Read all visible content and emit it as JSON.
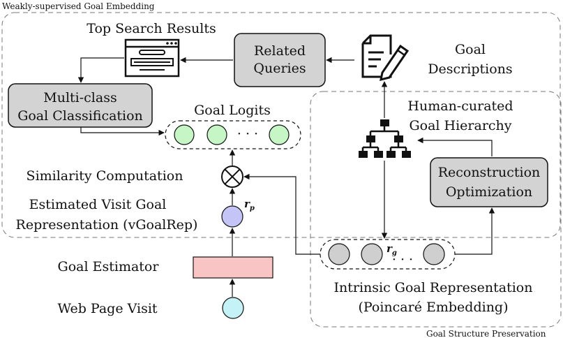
{
  "regions": {
    "weakly_supervised": "Weakly-supervised Goal Embedding",
    "goal_structure": "Goal Structure Preservation"
  },
  "labels": {
    "top_search_results": "Top Search Results",
    "goal_descriptions": [
      "Goal",
      "Descriptions"
    ],
    "goal_logits": "Goal Logits",
    "human_curated": [
      "Human-curated",
      "Goal Hierarchy"
    ],
    "similarity": "Similarity Computation",
    "estimated_visit": [
      "Estimated Visit Goal",
      "Representation (vGoalRep)"
    ],
    "goal_estimator": "Goal Estimator",
    "web_page_visit": "Web Page Visit",
    "intrinsic": [
      "Intrinsic Goal Representation",
      "(Poincaré Embedding)"
    ],
    "rp": "r",
    "rp_sub": "p",
    "rg": "r",
    "rg_sub": "g",
    "ellipsis": "· · ·"
  },
  "boxes": {
    "related_queries": [
      "Related",
      "Queries"
    ],
    "multi_class": [
      "Multi-class",
      "Goal Classification"
    ],
    "reconstruction": [
      "Reconstruction",
      "Optimization"
    ]
  },
  "colors": {
    "gray_box": "#d3d3d3",
    "logit_green": "#c6f5c6",
    "rp_purple": "#c4c4f7",
    "estimator_pink": "#f9c4c4",
    "visit_cyan": "#c4f2f7",
    "rg_gray": "#cfcfcf"
  },
  "icons": {
    "browser": "browser-window-icon",
    "document": "document-pen-icon",
    "hierarchy": "tree-hierarchy-icon",
    "multiply": "circled-times-icon"
  }
}
